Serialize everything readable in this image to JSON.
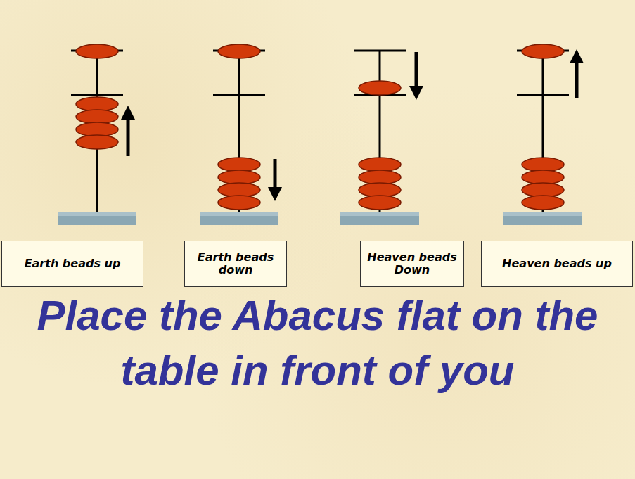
{
  "diagram": {
    "caption": "Place the Abacus flat on the table in front of you",
    "nodes": [
      {
        "text": [
          "Earth beads up"
        ]
      },
      {
        "text": [
          "Earth beads down"
        ]
      },
      {
        "text": [
          "Heaven beads Down"
        ]
      },
      {
        "text": [
          "Heaven beads up"
        ]
      }
    ]
  }
}
